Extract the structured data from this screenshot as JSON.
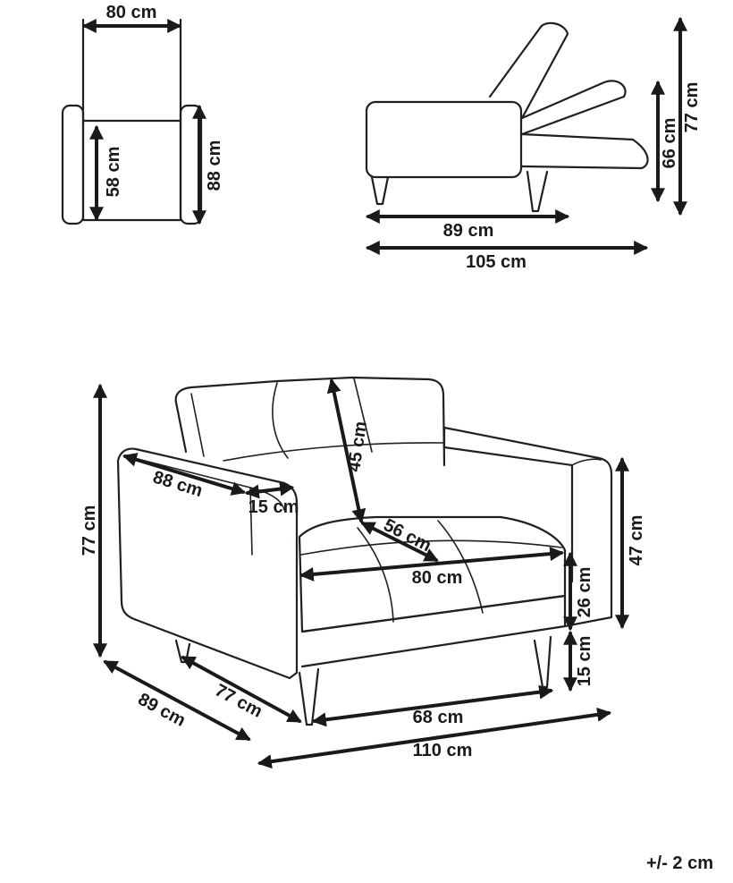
{
  "top_view": {
    "width": "80 cm",
    "seat_depth": "58 cm",
    "depth": "88 cm"
  },
  "side_view": {
    "seat_length": "89 cm",
    "total_length": "105 cm",
    "seat_height_reclined": "66 cm",
    "height": "77 cm"
  },
  "front_view": {
    "height": "77 cm",
    "depth": "89 cm",
    "arm_depth": "77 cm",
    "arm_length": "88 cm",
    "arm_width": "15 cm",
    "back_height": "45 cm",
    "seat_depth": "56 cm",
    "seat_width": "80 cm",
    "leg_span": "68 cm",
    "width": "110 cm",
    "seat_cushion_height": "26 cm",
    "arm_height": "47 cm",
    "leg_height": "15 cm"
  },
  "tolerance": "+/- 2 cm"
}
